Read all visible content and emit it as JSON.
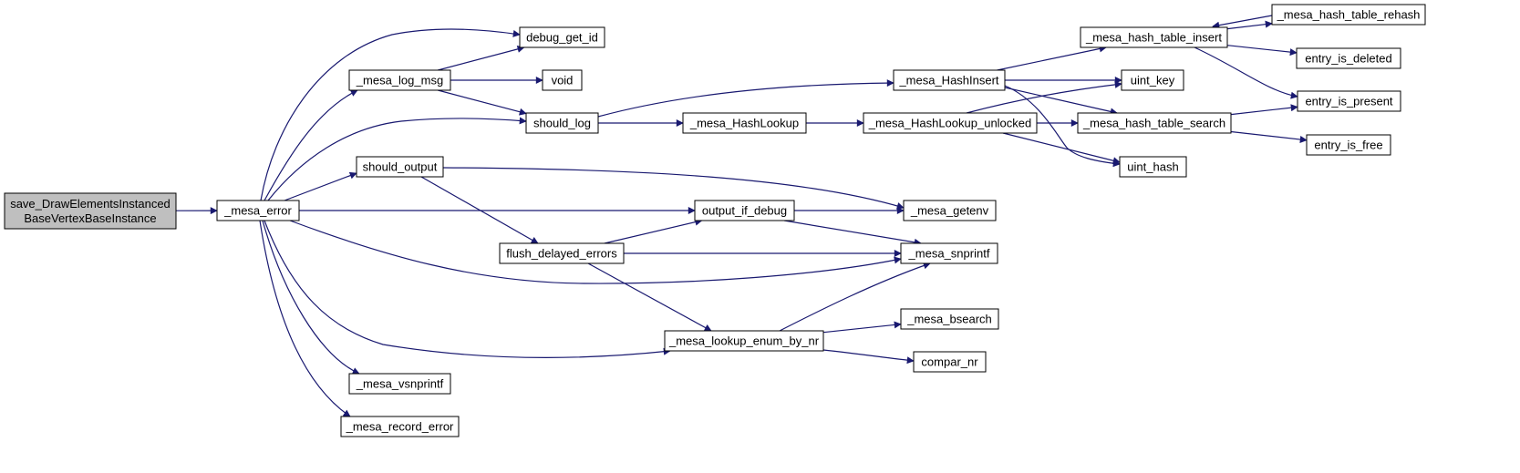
{
  "diagram": {
    "colors": {
      "edge": "#191970",
      "root_fill": "#bfbfbf",
      "node_fill": "#ffffff",
      "node_stroke": "#000000"
    },
    "nodes": {
      "save_root": [
        "save_DrawElementsInstanced",
        "BaseVertexBaseInstance"
      ],
      "mesa_error": [
        "_mesa_error"
      ],
      "debug_get_id": [
        "debug_get_id"
      ],
      "mesa_log_msg": [
        "_mesa_log_msg"
      ],
      "void": [
        "void"
      ],
      "should_log": [
        "should_log"
      ],
      "should_output": [
        "should_output"
      ],
      "mesa_hashlookup": [
        "_mesa_HashLookup"
      ],
      "mesa_hashinsert": [
        "_mesa_HashInsert"
      ],
      "hashlookup_unlocked": [
        "_mesa_HashLookup_unlocked"
      ],
      "hash_table_insert": [
        "_mesa_hash_table_insert"
      ],
      "hash_table_rehash": [
        "_mesa_hash_table_rehash"
      ],
      "entry_is_deleted": [
        "entry_is_deleted"
      ],
      "entry_is_present": [
        "entry_is_present"
      ],
      "entry_is_free": [
        "entry_is_free"
      ],
      "uint_key": [
        "uint_key"
      ],
      "hash_table_search": [
        "_mesa_hash_table_search"
      ],
      "uint_hash": [
        "uint_hash"
      ],
      "output_if_debug": [
        "output_if_debug"
      ],
      "mesa_getenv": [
        "_mesa_getenv"
      ],
      "flush_delayed_errors": [
        "flush_delayed_errors"
      ],
      "mesa_snprintf": [
        "_mesa_snprintf"
      ],
      "lookup_enum_by_nr": [
        "_mesa_lookup_enum_by_nr"
      ],
      "mesa_bsearch": [
        "_mesa_bsearch"
      ],
      "compar_nr": [
        "compar_nr"
      ],
      "mesa_vsnprintf": [
        "_mesa_vsnprintf"
      ],
      "mesa_record_error": [
        "_mesa_record_error"
      ]
    },
    "edges": [
      [
        "save_root",
        "mesa_error"
      ],
      [
        "mesa_error",
        "debug_get_id"
      ],
      [
        "mesa_error",
        "mesa_log_msg"
      ],
      [
        "mesa_error",
        "should_log"
      ],
      [
        "mesa_error",
        "should_output"
      ],
      [
        "mesa_error",
        "output_if_debug"
      ],
      [
        "mesa_error",
        "mesa_snprintf"
      ],
      [
        "mesa_error",
        "lookup_enum_by_nr"
      ],
      [
        "mesa_error",
        "mesa_vsnprintf"
      ],
      [
        "mesa_error",
        "mesa_record_error"
      ],
      [
        "mesa_log_msg",
        "debug_get_id"
      ],
      [
        "mesa_log_msg",
        "void"
      ],
      [
        "mesa_log_msg",
        "should_log"
      ],
      [
        "should_log",
        "mesa_hashinsert"
      ],
      [
        "should_log",
        "mesa_hashlookup"
      ],
      [
        "mesa_hashlookup",
        "hashlookup_unlocked"
      ],
      [
        "mesa_hashinsert",
        "hash_table_insert"
      ],
      [
        "mesa_hashinsert",
        "uint_key"
      ],
      [
        "mesa_hashinsert",
        "hash_table_search"
      ],
      [
        "mesa_hashinsert",
        "uint_hash"
      ],
      [
        "hashlookup_unlocked",
        "uint_key"
      ],
      [
        "hashlookup_unlocked",
        "hash_table_search"
      ],
      [
        "hashlookup_unlocked",
        "uint_hash"
      ],
      [
        "hash_table_insert",
        "hash_table_rehash"
      ],
      [
        "hash_table_rehash",
        "hash_table_insert"
      ],
      [
        "hash_table_insert",
        "entry_is_deleted"
      ],
      [
        "hash_table_insert",
        "entry_is_present"
      ],
      [
        "hash_table_search",
        "entry_is_present"
      ],
      [
        "hash_table_search",
        "entry_is_free"
      ],
      [
        "should_output",
        "mesa_getenv"
      ],
      [
        "should_output",
        "flush_delayed_errors"
      ],
      [
        "output_if_debug",
        "mesa_getenv"
      ],
      [
        "output_if_debug",
        "mesa_snprintf"
      ],
      [
        "flush_delayed_errors",
        "output_if_debug"
      ],
      [
        "flush_delayed_errors",
        "mesa_snprintf"
      ],
      [
        "flush_delayed_errors",
        "lookup_enum_by_nr"
      ],
      [
        "lookup_enum_by_nr",
        "mesa_snprintf"
      ],
      [
        "lookup_enum_by_nr",
        "mesa_bsearch"
      ],
      [
        "lookup_enum_by_nr",
        "compar_nr"
      ]
    ]
  }
}
